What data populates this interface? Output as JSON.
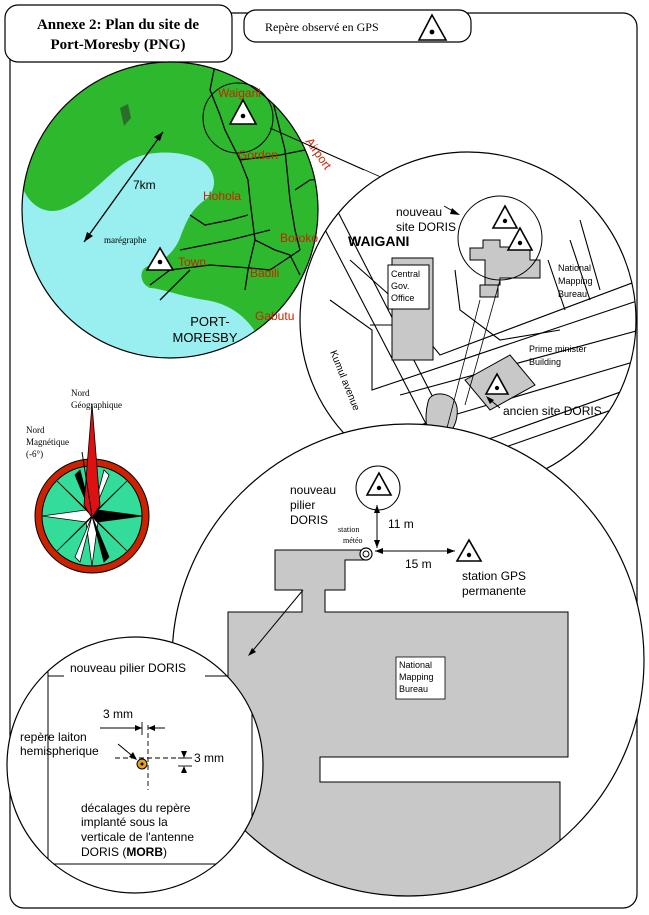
{
  "title": {
    "line1": "Annexe 2: Plan du site de",
    "line2": "Port-Moresby (PNG)"
  },
  "legend": {
    "label": "Repère observé en GPS",
    "icon": "triangle-dot-icon"
  },
  "city_map": {
    "places": {
      "waigani": "Waigani",
      "gordon": "Gordon",
      "airport": "Airport",
      "hohola": "Hohola",
      "town": "Town",
      "boroko": "Boroko",
      "badili": "Badili",
      "gabutu": "Gabutu"
    },
    "distance": "7km",
    "tide_gauge": "marégraphe",
    "city_line1": "PORT-",
    "city_line2": "MORESBY",
    "colors": {
      "land": "#2db82d",
      "water": "#99eef0",
      "place_text": "#cc2200"
    }
  },
  "waigani_map": {
    "district": "WAIGANI",
    "new_site_line1": "nouveau",
    "new_site_line2": "site DORIS",
    "cgo_line1": "Central",
    "cgo_line2": "Gov.",
    "cgo_line3": "Office",
    "nmb_line1": "National",
    "nmb_line2": "Mapping",
    "nmb_line3": "Bureau",
    "pm_line1": "Prime minister",
    "pm_line2": "Building",
    "old_site": "ancien site DORIS",
    "street": "Kumul avenue"
  },
  "compass": {
    "geo_line1": "Nord",
    "geo_line2": "Géographique",
    "mag_line1": "Nord",
    "mag_line2": "Magnétique",
    "mag_line3": "(-6°)",
    "colors": {
      "outer": "#cc2200",
      "inner": "#33dd99",
      "needle": "#dd1111"
    }
  },
  "site_plan": {
    "pillar_line1": "nouveau",
    "pillar_line2": "pilier",
    "pillar_line3": "DORIS",
    "dist_11": "11 m",
    "dist_15": "15 m",
    "meteo_line1": "station",
    "meteo_line2": "météo",
    "gps_line1": "station GPS",
    "gps_line2": "permanente",
    "bureau_line1": "National",
    "bureau_line2": "Mapping",
    "bureau_line3": "Bureau",
    "building_color": "#c8c8c8"
  },
  "detail": {
    "title": "nouveau pilier DORIS",
    "mm_h": "3 mm",
    "mm_v": "3 mm",
    "brass_line1": "repère laiton",
    "brass_line2": "hemispherique",
    "offset_line1": "décalages du repère",
    "offset_line2": "implanté sous la",
    "offset_line3": "verticale de l'antenne",
    "offset_line4_prefix": "DORIS (",
    "offset_line4_bold": "MORB",
    "offset_line4_suffix": ")",
    "marker_color": "#e8a020"
  }
}
